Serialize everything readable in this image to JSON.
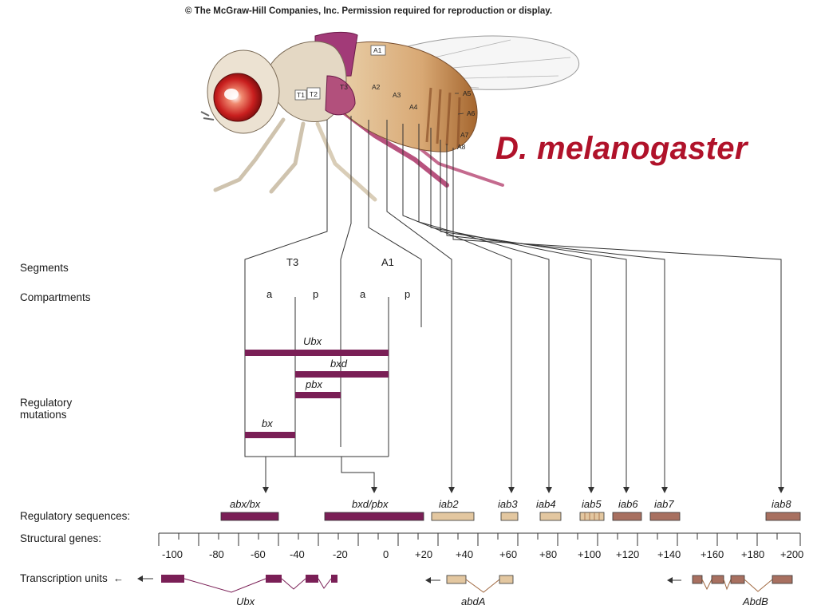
{
  "copyright": "© The McGraw-Hill Companies, Inc.  Permission required for reproduction or display.",
  "species": "D. melanogaster",
  "fly_labels": {
    "T1": "T1",
    "T2": "T2",
    "T3": "T3",
    "A1": "A1",
    "A2": "A2",
    "A3": "A3",
    "A4": "A4",
    "A5": "A5",
    "A6": "A6",
    "A7": "A7",
    "A8": "A8"
  },
  "rows": {
    "segments": "Segments",
    "compartments": "Compartments",
    "regulatory_mutations": "Regulatory\nmutations",
    "regulatory_sequences": "Regulatory sequences:",
    "structural_genes": "Structural genes:",
    "transcription_units": "Transcription units"
  },
  "segment_labels": [
    "T3",
    "A1"
  ],
  "compartment_labels": [
    "a",
    "p",
    "a",
    "p"
  ],
  "mutations": [
    "Ubx",
    "bxd",
    "pbx",
    "bx"
  ],
  "regulatory_sequences": [
    "abx/bx",
    "bxd/pbx",
    "iab2",
    "iab3",
    "iab4",
    "iab5",
    "iab6",
    "iab7",
    "iab8"
  ],
  "scale_ticks": [
    "-100",
    "-80",
    "-60",
    "-40",
    "-20",
    "0",
    "+20",
    "+40",
    "+60",
    "+80",
    "+100",
    "+120",
    "+140",
    "+160",
    "+180",
    "+200"
  ],
  "genes": [
    "Ubx",
    "abdA",
    "AbdB"
  ],
  "colors": {
    "mutation_bar": "#7a1f56",
    "tan": "#e3c7a0",
    "brown": "#a87060",
    "species": "#b0122a"
  }
}
